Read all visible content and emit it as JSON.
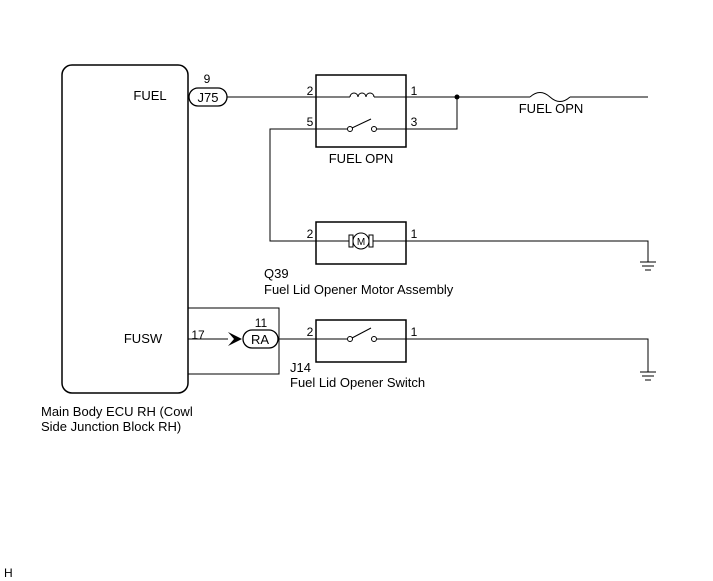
{
  "ecu": {
    "label_line1": "Main Body ECU RH (Cowl",
    "label_line2": "Side Junction Block RH)",
    "fuel_pin_label": "FUEL",
    "fusw_pin_label": "FUSW",
    "fusw_pin_number": "17"
  },
  "connectors": {
    "j75": {
      "name": "J75",
      "pin": "9"
    },
    "ra": {
      "name": "RA",
      "pin": "11"
    }
  },
  "relay": {
    "name": "FUEL OPN",
    "pin_2": "2",
    "pin_1": "1",
    "pin_5": "5",
    "pin_3": "3"
  },
  "fuse": {
    "name": "FUEL OPN"
  },
  "motor": {
    "connector": "Q39",
    "name": "Fuel Lid Opener Motor Assembly",
    "symbol": "M",
    "pin_2": "2",
    "pin_1": "1"
  },
  "switch": {
    "connector": "J14",
    "name": "Fuel Lid Opener Switch",
    "pin_2": "2",
    "pin_1": "1"
  },
  "footer": {
    "code": "H"
  },
  "icons": [
    "relay-coil-icon",
    "relay-contact-icon",
    "fuse-icon",
    "motor-icon",
    "switch-contact-icon",
    "ground-icon",
    "connector-arrow-icon"
  ]
}
